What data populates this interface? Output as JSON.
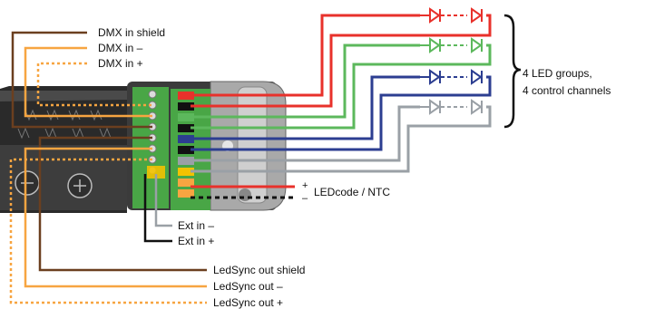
{
  "labels": {
    "dmx_shield": "DMX in shield",
    "dmx_minus": "DMX in –",
    "dmx_plus": "DMX in +",
    "groups_line1": "4 LED groups,",
    "groups_line2": "4 control channels",
    "ledcode_plus": "+",
    "ledcode_minus": "–",
    "ledcode": "LEDcode / NTC",
    "ext_minus": "Ext in –",
    "ext_plus": "Ext in +",
    "ledsync_shield": "LedSync out shield",
    "ledsync_minus": "LedSync out –",
    "ledsync_plus": "LedSync out +"
  },
  "colors": {
    "red": "#e8312b",
    "green": "#5cb85c",
    "blue": "#2c3e91",
    "gray": "#9aa0a6",
    "orange": "#f7a541",
    "brown": "#6b3f1f",
    "black": "#111111",
    "housing": "#3a3a3a",
    "terminal_green": "#49a646"
  },
  "icons": [
    "led-diode-icon",
    "plus-screw-icon",
    "minus-screw-icon",
    "curly-brace-icon"
  ]
}
